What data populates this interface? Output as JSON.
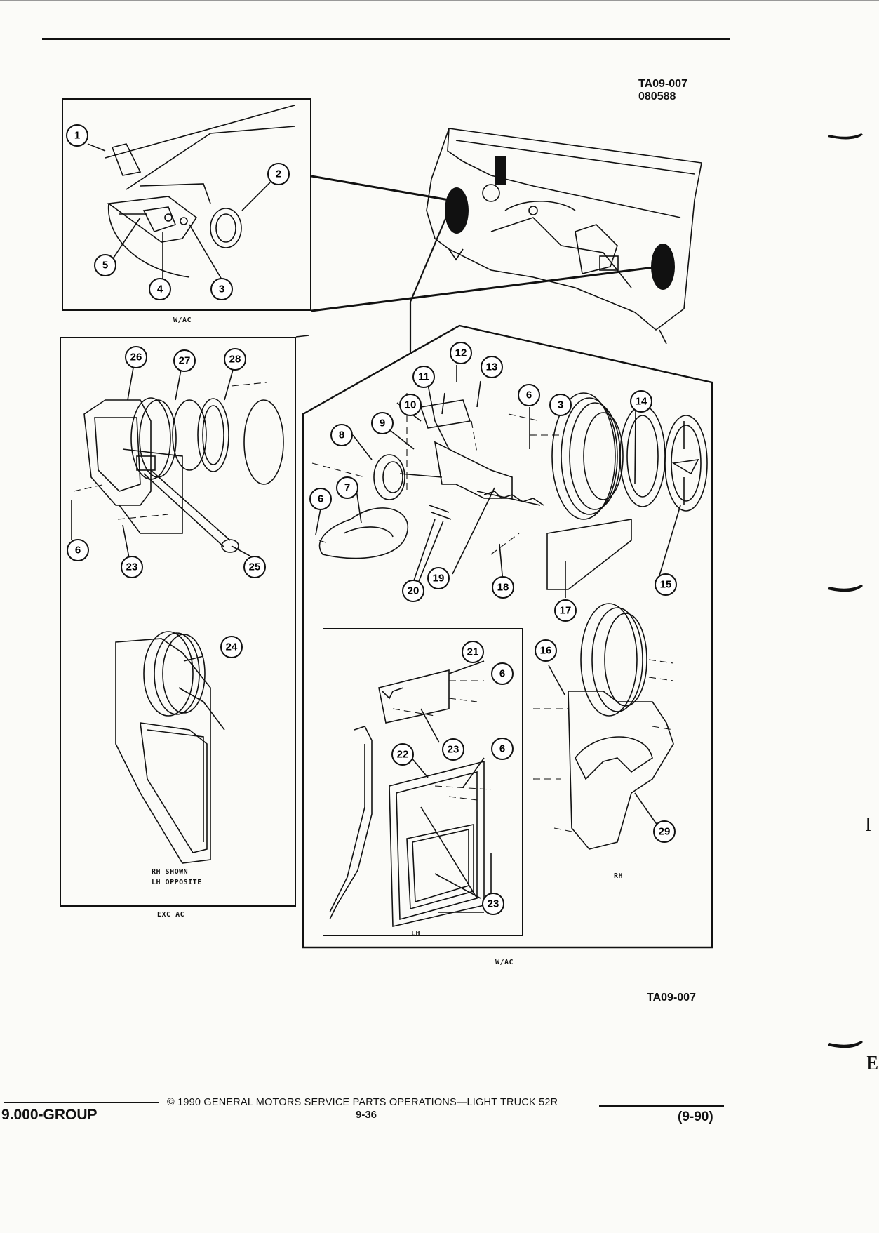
{
  "header": {
    "figure_id": "TA09-007",
    "figure_code": "080588"
  },
  "captions": {
    "top_inset": "W/AC",
    "left_panel_note_1": "RH SHOWN",
    "left_panel_note_2": "LH OPPOSITE",
    "left_panel": "EXC AC",
    "lower_inset_lh": "LH",
    "lower_right_rh": "RH",
    "right_panel": "W/AC"
  },
  "callouts": [
    "1",
    "2",
    "3",
    "4",
    "5",
    "6",
    "7",
    "8",
    "9",
    "10",
    "11",
    "12",
    "13",
    "14",
    "15",
    "16",
    "17",
    "18",
    "19",
    "20",
    "21",
    "22",
    "23",
    "24",
    "25",
    "26",
    "27",
    "28",
    "29"
  ],
  "figure_id_bottom": "TA09-007",
  "footer": {
    "group": "9.000-GROUP",
    "copyright": "© 1990 GENERAL MOTORS SERVICE PARTS OPERATIONS—LIGHT TRUCK 52R",
    "page": "9-36",
    "date": "(9-90)"
  },
  "margin_marks": {
    "upper": "I",
    "lower": "E"
  }
}
